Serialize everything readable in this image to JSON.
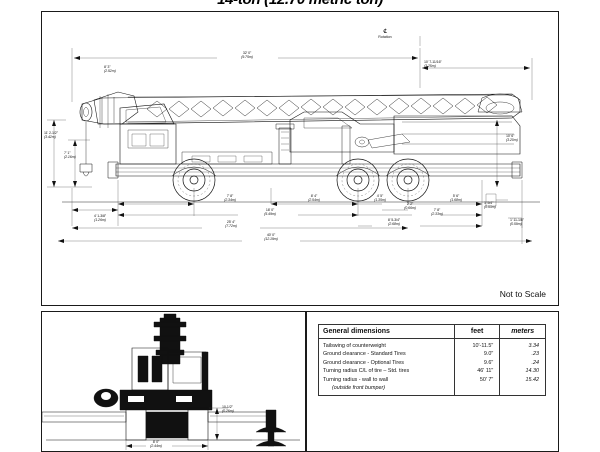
{
  "title": "14-ton (12.70 metric ton)",
  "panels": {
    "main": {
      "not_to_scale": "Not to Scale"
    }
  },
  "centerline": {
    "symbol": "℄",
    "label": "Rotation"
  },
  "side_view_dims": {
    "boom_length": {
      "feet": "32' 0\"",
      "meters": "(9.75m)"
    },
    "tail_swing": {
      "feet": "10' 7-11/16\"",
      "meters": "(3.25m)"
    },
    "overall_height": {
      "feet": "11' 2-1/2\"",
      "meters": "(3.42m)"
    },
    "cab_height": {
      "feet": "7' 1\"",
      "meters": "(2.16m)"
    },
    "boom_pivot_height": {
      "feet": "8' 3\"",
      "meters": "(2.52m)"
    },
    "right_height": {
      "feet": "10' 6\"",
      "meters": "(3.20m)"
    },
    "front_overhang": {
      "feet": "4' 1-3/8\"",
      "meters": "(1.26m)"
    },
    "wheelbase_front": {
      "feet": "7' 8\"",
      "meters": "(2.34m)"
    },
    "wheelbase_mid": {
      "feet": "8' 4\"",
      "meters": "(2.54m)"
    },
    "axle_group": {
      "feet": "18' 0\"",
      "meters": "(5.49m)"
    },
    "chassis_length": {
      "feet": "25' 4\"",
      "meters": "(7.72m)"
    },
    "overall_length": {
      "feet": "40' 0\"",
      "meters": "(12.19m)"
    },
    "rear_a": {
      "feet": "4' 5\"",
      "meters": "(1.35m)"
    },
    "rear_b": {
      "feet": "2' 2\"",
      "meters": "(0.66m)"
    },
    "rear_c": {
      "feet": "5' 6\"",
      "meters": "(1.68m)"
    },
    "rear_d": {
      "feet": "7' 8\"",
      "meters": "(2.33m)"
    },
    "rear_e": {
      "feet": "8' 5-3/4\"",
      "meters": "(2.68m)"
    },
    "clearance_small": {
      "feet": "1' 5/4\"",
      "meters": "(0.53m)"
    },
    "rear_overhang": {
      "feet": "1' 11-1/8\"",
      "meters": "(0.59m)"
    }
  },
  "front_view_dims": {
    "ground_clearance": {
      "feet": "10-1/2\"",
      "meters": "(0.26m)"
    },
    "track_width": {
      "feet": "8' 0\"",
      "meters": "(2.44m)"
    }
  },
  "table": {
    "headers": [
      "General dimensions",
      "feet",
      "meters"
    ],
    "rows": [
      {
        "label": "Tailswing of counterweight",
        "feet": "10'-11.5\"",
        "meters": "3.34"
      },
      {
        "label": "Ground clearance - Standard Tires",
        "feet": "9.0\"",
        "meters": ".23"
      },
      {
        "label": "Ground clearance - Optional Tires",
        "feet": "9.6\"",
        "meters": ".24"
      },
      {
        "label": "Turning radius C/L of tire – Std. tires",
        "feet": "46' 11\"",
        "meters": "14.30"
      },
      {
        "label": "Turning radius - wall to wall",
        "feet": "50' 7\"",
        "meters": "15.42"
      }
    ],
    "footnote": "(outside front bumper)"
  }
}
